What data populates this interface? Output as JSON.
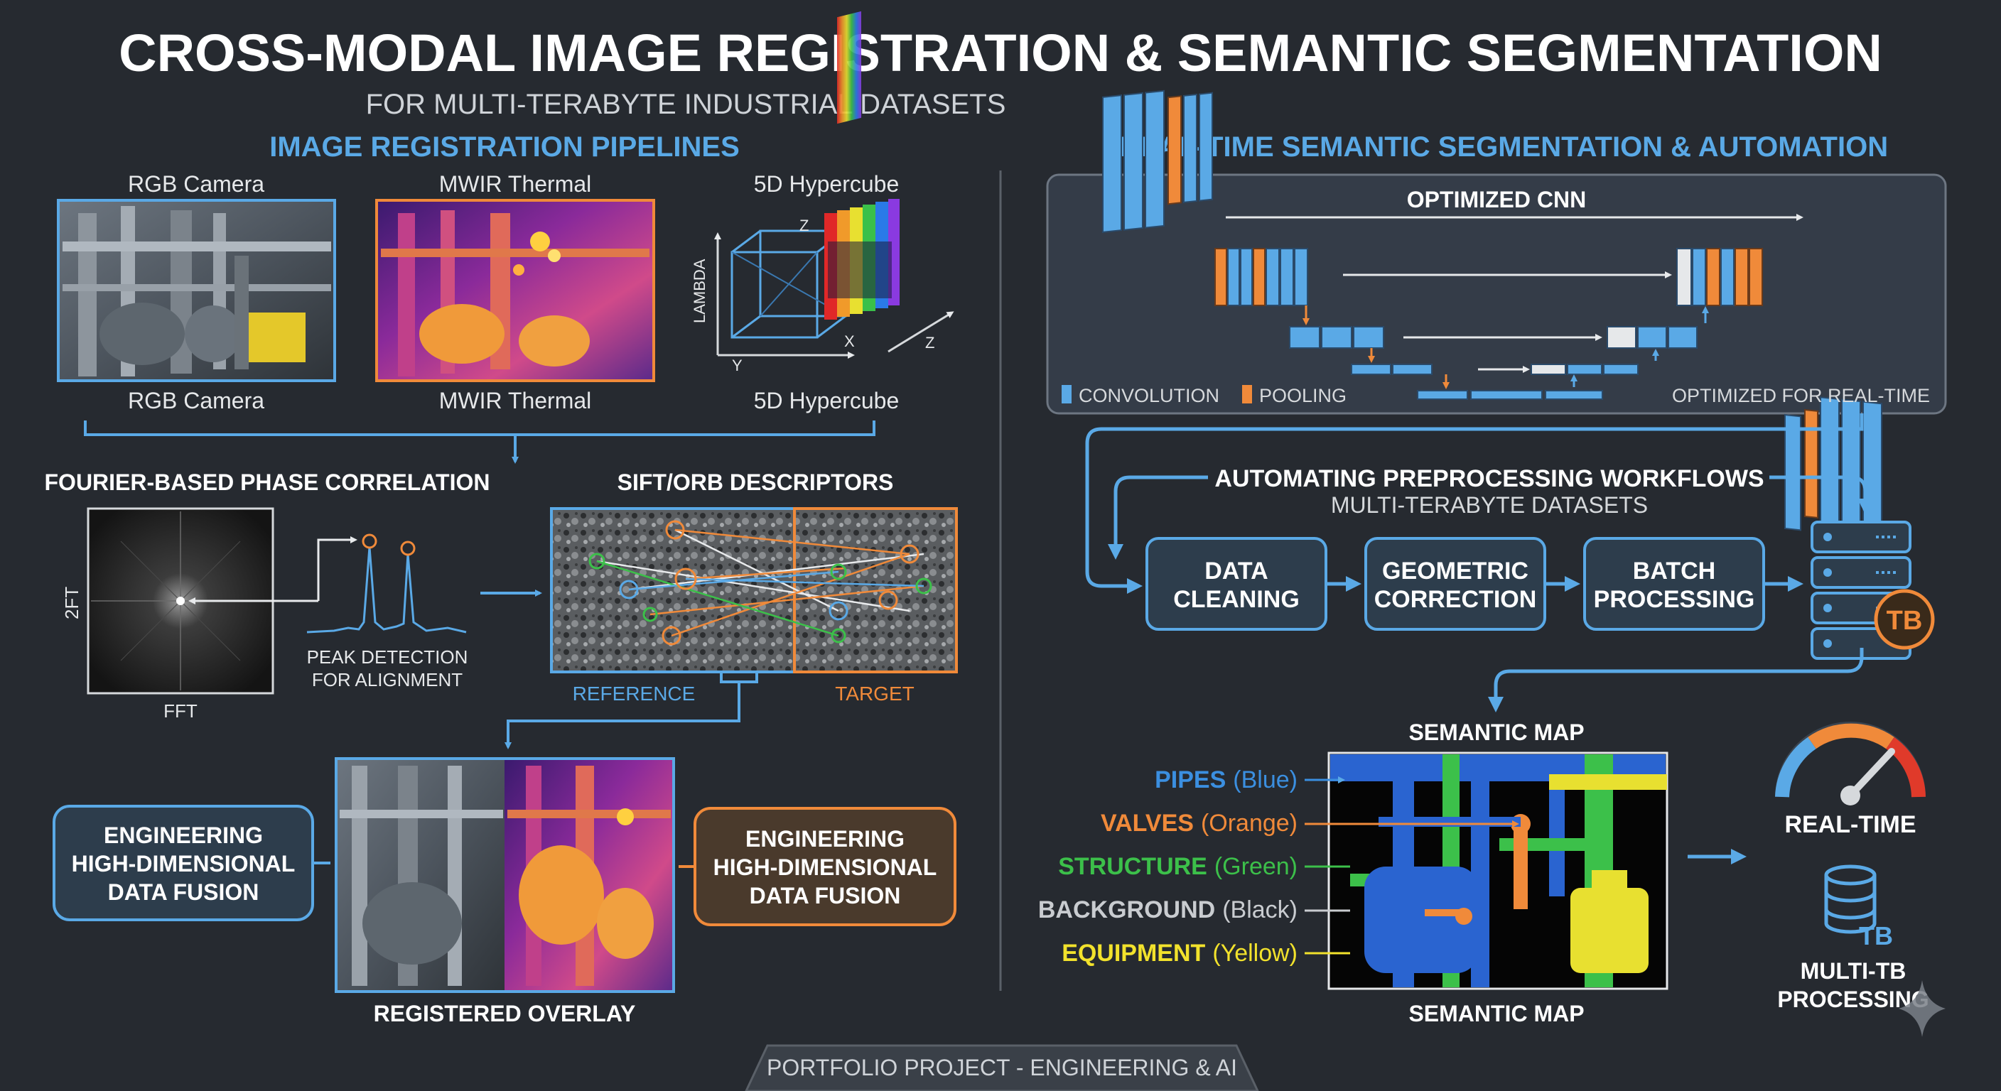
{
  "header": {
    "title": "CROSS-MODAL IMAGE REGISTRATION & SEMANTIC SEGMENTATION",
    "subtitle": "FOR MULTI-TERABYTE INDUSTRIAL DATASETS"
  },
  "left": {
    "section_title": "IMAGE REGISTRATION PIPELINES",
    "sensors": [
      {
        "top_label": "RGB Camera",
        "bottom_label": "RGB Camera"
      },
      {
        "top_label": "MWIR Thermal",
        "bottom_label": "MWIR Thermal"
      },
      {
        "top_label": "5D Hypercube",
        "bottom_label": "5D Hypercube"
      }
    ],
    "hypercube_axes": {
      "lambda": "LAMBDA",
      "z": "Z",
      "x": "X",
      "y": "Y",
      "z2": "Z"
    },
    "fourier": {
      "title": "FOURIER-BASED PHASE CORRELATION",
      "y_label": "2FT",
      "x_label": "FFT",
      "peak_line1": "PEAK DETECTION",
      "peak_line2": "FOR ALIGNMENT"
    },
    "sift": {
      "title": "SIFT/ORB DESCRIPTORS",
      "reference": "REFERENCE",
      "target": "TARGET"
    },
    "fusion_left": [
      "ENGINEERING",
      "HIGH-DIMENSIONAL",
      "DATA FUSION"
    ],
    "fusion_right": [
      "ENGINEERING",
      "HIGH-DIMENSIONAL",
      "DATA FUSION"
    ],
    "overlay_label": "REGISTERED OVERLAY"
  },
  "right": {
    "section_title": "REAL-TIME SEMANTIC SEGMENTATION & AUTOMATION",
    "cnn": {
      "title": "OPTIMIZED CNN",
      "legend_conv": "CONVOLUTION",
      "legend_pool": "POOLING",
      "note": "OPTIMIZED FOR REAL-TIME"
    },
    "workflow": {
      "title": "AUTOMATING PREPROCESSING WORKFLOWS",
      "subtitle": "MULTI-TERABYTE DATASETS",
      "steps": [
        [
          "DATA",
          "CLEANING"
        ],
        [
          "GEOMETRIC",
          "CORRECTION"
        ],
        [
          "BATCH",
          "PROCESSING"
        ]
      ],
      "storage_badge": "TB"
    },
    "semantic": {
      "title_top": "SEMANTIC MAP",
      "title_bottom": "SEMANTIC MAP",
      "legend": [
        {
          "key": "PIPES",
          "desc": "(Blue)",
          "color": "#3b8fe0"
        },
        {
          "key": "VALVES",
          "desc": "(Orange)",
          "color": "#f08a3a"
        },
        {
          "key": "STRUCTURE",
          "desc": "(Green)",
          "color": "#3cc04a"
        },
        {
          "key": "BACKGROUND",
          "desc": "(Black)",
          "color": "#c9ccd0"
        },
        {
          "key": "EQUIPMENT",
          "desc": "(Yellow)",
          "color": "#f2e22c"
        }
      ]
    },
    "realtime_label": "REAL-TIME",
    "multitb_line1": "MULTI-TB",
    "multitb_line2": "PROCESSING",
    "db_badge": "TB"
  },
  "footer": "PORTFOLIO PROJECT - ENGINEERING & AI",
  "colors": {
    "background": "#262a30",
    "blue": "#58a8e8",
    "orange": "#f08a3a",
    "green": "#3cc04a",
    "yellow": "#f2e22c"
  }
}
